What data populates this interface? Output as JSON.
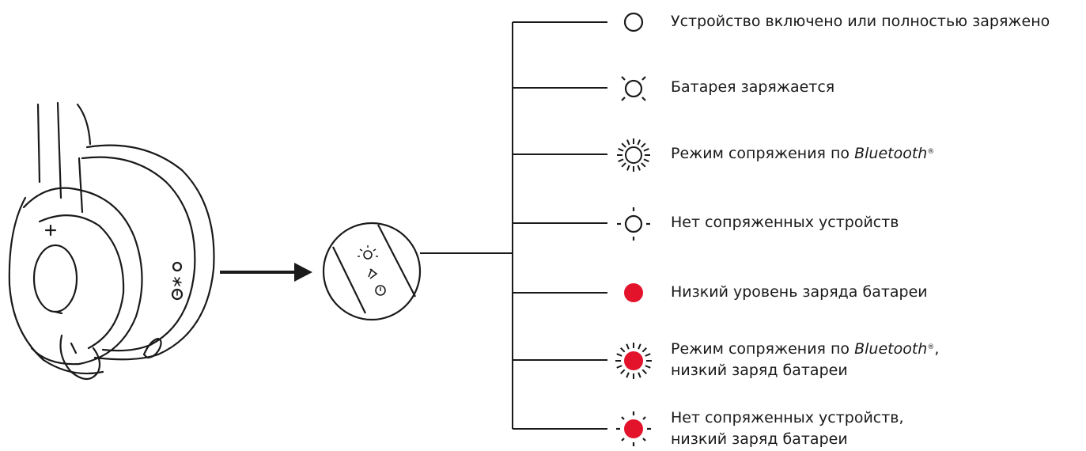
{
  "colors": {
    "ink": "#1a1a1a",
    "led_red": "#e3132b",
    "background": "#ffffff"
  },
  "device": {
    "plus_symbol": "+",
    "minus_symbol": "–"
  },
  "indicators": [
    {
      "icon": "led-solid-white-icon",
      "text": "Устройство включено или полностью заряжено"
    },
    {
      "icon": "led-pulsing-white-icon",
      "text": "Батарея заряжается"
    },
    {
      "icon": "led-flashing-white-icon",
      "text_before": "Режим сопряжения по ",
      "brand": "Bluetooth",
      "mark": "®"
    },
    {
      "icon": "led-blinking-white-icon",
      "text": "Нет сопряженных устройств"
    },
    {
      "icon": "led-solid-red-icon",
      "text": "Низкий уровень заряда батареи"
    },
    {
      "icon": "led-flashing-red-icon",
      "text_before": "Режим сопряжения по ",
      "brand": "Bluetooth",
      "mark": "®",
      "text_after": ",",
      "line2": "низкий заряд батареи"
    },
    {
      "icon": "led-blinking-red-icon",
      "text": "Нет сопряженных устройств,",
      "line2": "низкий заряд батареи"
    }
  ]
}
